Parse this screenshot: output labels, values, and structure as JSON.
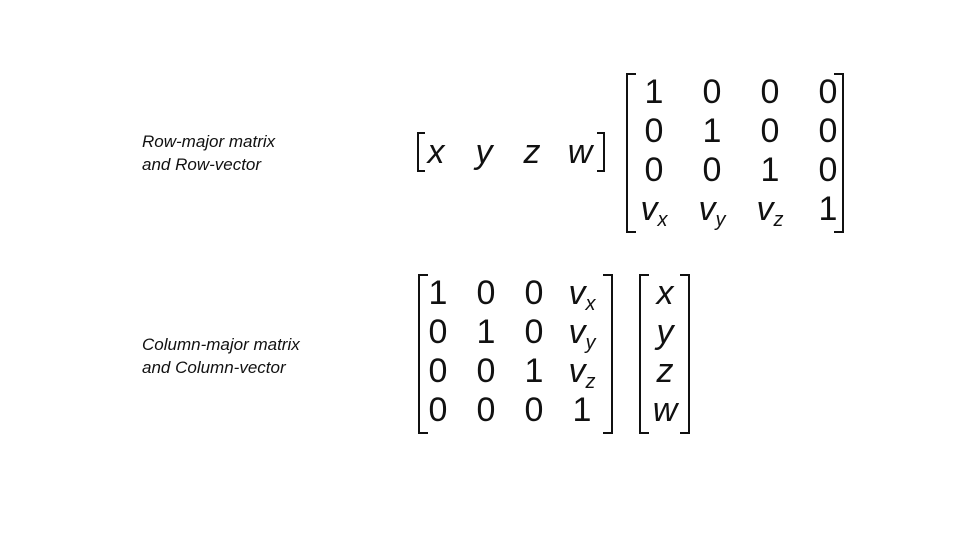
{
  "captions": {
    "row": {
      "line1": "Row-major matrix",
      "line2": "and Row-vector"
    },
    "col": {
      "line1": "Column-major matrix",
      "line2": "and Column-vector"
    }
  },
  "row_vector": [
    "x",
    "y",
    "z",
    "w"
  ],
  "row_matrix": [
    [
      "1",
      "0",
      "0",
      "0"
    ],
    [
      "0",
      "1",
      "0",
      "0"
    ],
    [
      "0",
      "0",
      "1",
      "0"
    ],
    [
      "v|x",
      "v|y",
      "v|z",
      "1"
    ]
  ],
  "col_matrix": [
    [
      "1",
      "0",
      "0",
      "v|x"
    ],
    [
      "0",
      "1",
      "0",
      "v|y"
    ],
    [
      "0",
      "0",
      "1",
      "v|z"
    ],
    [
      "0",
      "0",
      "0",
      "1"
    ]
  ],
  "col_vector": [
    "x",
    "y",
    "z",
    "w"
  ]
}
